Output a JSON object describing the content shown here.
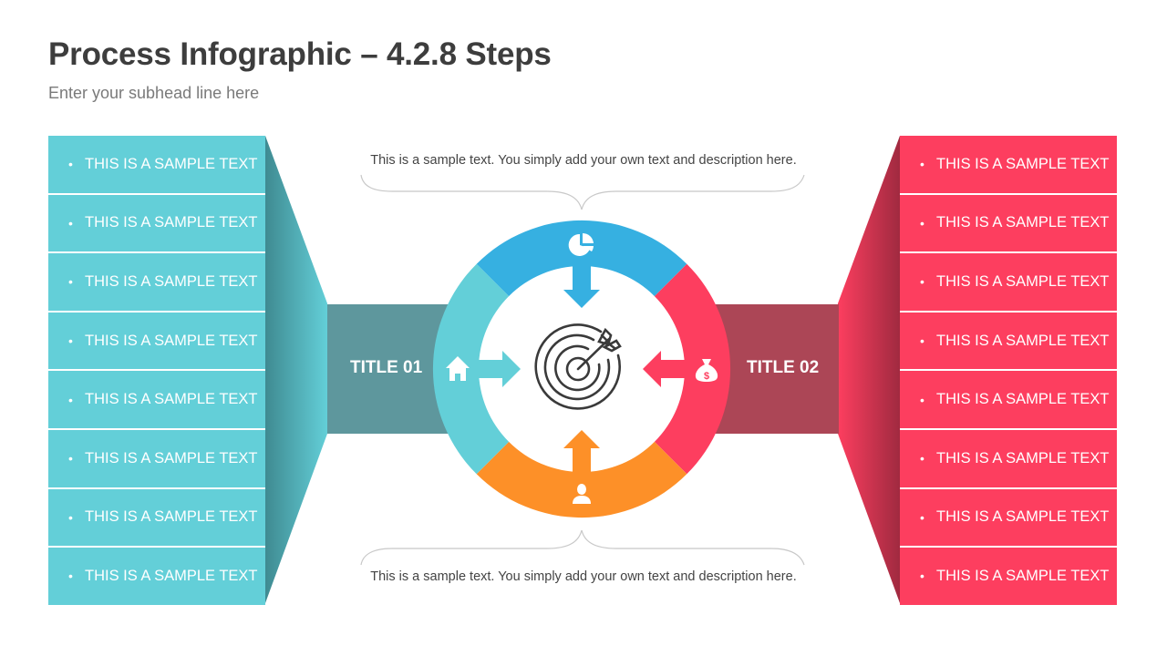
{
  "header": {
    "title": "Process Infographic – 4.2.8 Steps",
    "subhead": "Enter your subhead line here"
  },
  "colors": {
    "teal": "#63cfd8",
    "teal_dark": "#5e979d",
    "red": "#fd3e5f",
    "red_dark": "#ac4656",
    "blue": "#36b0e1",
    "orange": "#fd9028",
    "icon_dark": "#3a3a3a"
  },
  "left_panel": {
    "title": "TITLE 01",
    "items": [
      "THIS IS A SAMPLE TEXT",
      "THIS IS A SAMPLE TEXT",
      "THIS IS A SAMPLE TEXT",
      "THIS IS A SAMPLE TEXT",
      "THIS IS A SAMPLE TEXT",
      "THIS IS A SAMPLE TEXT",
      "THIS IS A SAMPLE TEXT",
      "THIS IS A SAMPLE TEXT"
    ]
  },
  "right_panel": {
    "title": "TITLE 02",
    "items": [
      "THIS IS A SAMPLE TEXT",
      "THIS IS A SAMPLE TEXT",
      "THIS IS A SAMPLE TEXT",
      "THIS IS A SAMPLE TEXT",
      "THIS IS A SAMPLE TEXT",
      "THIS IS A SAMPLE TEXT",
      "THIS IS A SAMPLE TEXT",
      "THIS IS A SAMPLE TEXT"
    ]
  },
  "center": {
    "top_description": "This is a sample text. You simply add your own text and description here.",
    "bottom_description": "This is a sample text. You simply add your own text and description here.",
    "segments": [
      {
        "position": "top",
        "icon": "pie-chart-icon",
        "color": "#36b0e1"
      },
      {
        "position": "right",
        "icon": "money-bag-icon",
        "color": "#fd3e5f"
      },
      {
        "position": "bottom",
        "icon": "user-icon",
        "color": "#fd9028"
      },
      {
        "position": "left",
        "icon": "home-icon",
        "color": "#63cfd8"
      }
    ],
    "center_icon": "target-arrow-icon",
    "money_symbol": "$"
  }
}
